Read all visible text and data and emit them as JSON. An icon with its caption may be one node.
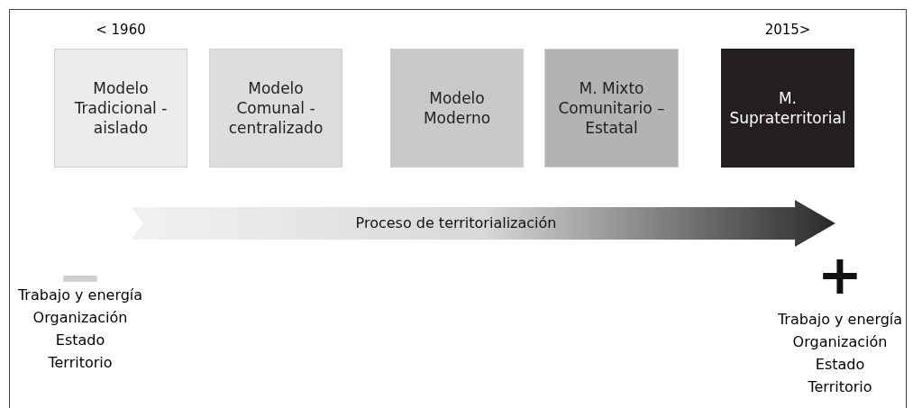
{
  "diagram": {
    "nodes": [
      {
        "text": [
          "Modelo Tradicional - aislado"
        ],
        "beside": [
          "< 1960"
        ]
      },
      {
        "text": [
          "Modelo Comunal - centralizado"
        ]
      },
      {
        "text": [
          "Modelo Moderno"
        ]
      },
      {
        "text": [
          "M. Mixto Comunitario – Estatal"
        ]
      },
      {
        "text": [
          "M. Supraterritorial"
        ],
        "beside": [
          "2015>"
        ]
      },
      {
        "text": [
          "Proceso de territorialización"
        ]
      }
    ],
    "labels": [
      "−",
      "Trabajo y energía",
      "Organización",
      "Estado",
      "Territorio",
      "+",
      "Trabajo y energía",
      "Organización",
      "Estado",
      "Territorio"
    ]
  }
}
